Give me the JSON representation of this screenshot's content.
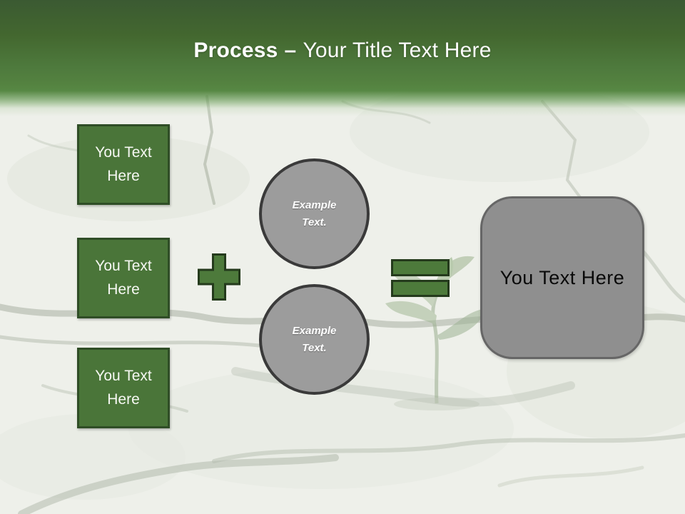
{
  "slide": {
    "header": {
      "title_bold": "Process",
      "title_separator": "–",
      "title_rest": "Your Title Text Here"
    },
    "input_boxes": [
      {
        "label": "You Text Here"
      },
      {
        "label": "You Text Here"
      },
      {
        "label": "You Text Here"
      }
    ],
    "operators": {
      "plus_icon": "plus",
      "equals_icon": "equals"
    },
    "example_circles": [
      {
        "label": "Example Text."
      },
      {
        "label": "Example Text."
      }
    ],
    "result_box": {
      "label": "You Text Here"
    },
    "colors": {
      "header_green_dark": "#3b5a32",
      "header_green_light": "#578844",
      "shape_green_fill": "#4a7539",
      "shape_green_border": "#2f4d26",
      "operator_green_fill": "#4d7a3b",
      "operator_green_border": "#243a1c",
      "circle_gray_fill": "#9c9c9c",
      "circle_gray_border": "#3a3a3a",
      "result_gray_fill": "#8f8f8f",
      "result_gray_border": "#666666",
      "title_text": "#fdfdfd",
      "box_text": "#f6f8f3",
      "circle_text": "#ffffff",
      "result_text": "#0a0a0a",
      "background_base": "#eef0ea"
    }
  }
}
